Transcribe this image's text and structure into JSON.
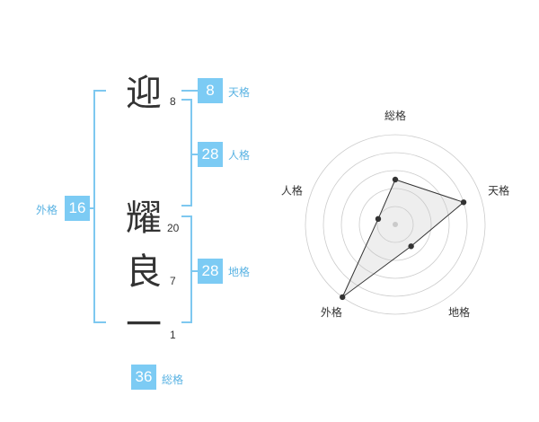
{
  "name": {
    "characters": [
      {
        "char": "迎",
        "strokes": "8"
      },
      {
        "char": "耀",
        "strokes": "20"
      },
      {
        "char": "良",
        "strokes": "7"
      },
      {
        "char": "一",
        "strokes": "1"
      }
    ]
  },
  "scores": {
    "tenkaku": {
      "value": "8",
      "label": "天格"
    },
    "jinkaku": {
      "value": "28",
      "label": "人格"
    },
    "chikaku": {
      "value": "28",
      "label": "地格"
    },
    "gaikaku": {
      "value": "16",
      "label": "外格"
    },
    "soukaku": {
      "value": "36",
      "label": "総格"
    }
  },
  "colors": {
    "accent": "#7ccbf4",
    "bracket": "#7ec8f0",
    "label": "#5ab3e3"
  },
  "chart_data": {
    "type": "radar",
    "axes": [
      "総格",
      "天格",
      "地格",
      "外格",
      "人格"
    ],
    "values": [
      2.5,
      4.0,
      1.5,
      5.0,
      1.0
    ],
    "range": [
      0,
      5
    ],
    "rings": 5
  }
}
